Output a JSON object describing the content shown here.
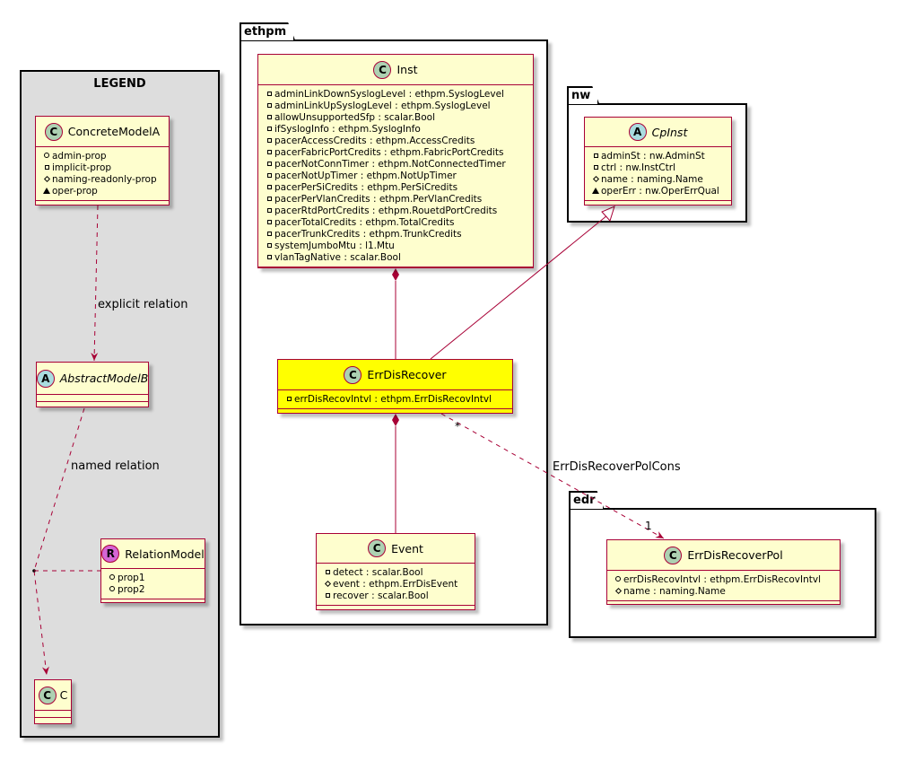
{
  "legend": {
    "title": "LEGEND",
    "concrete": {
      "name": "ConcreteModelA",
      "stereotype": "C",
      "attrs": [
        {
          "vis": "pub",
          "text": "admin-prop"
        },
        {
          "vis": "priv",
          "text": "implicit-prop"
        },
        {
          "vis": "prot",
          "text": "naming-readonly-prop"
        },
        {
          "vis": "pkgv",
          "text": "oper-prop"
        }
      ]
    },
    "abstract": {
      "name": "AbstractModelB",
      "stereotype": "A"
    },
    "relmodel": {
      "name": "RelationModel",
      "stereotype": "R",
      "attrs": [
        {
          "vis": "pub",
          "text": "prop1"
        },
        {
          "vis": "pub",
          "text": "prop2"
        }
      ]
    },
    "c": {
      "name": "C",
      "stereotype": "C"
    },
    "explicit_label": "explicit relation",
    "named_label": "named relation"
  },
  "packages": {
    "ethpm": "ethpm",
    "nw": "nw",
    "edr": "edr"
  },
  "inst": {
    "name": "Inst",
    "stereotype": "C",
    "attrs": [
      {
        "vis": "priv",
        "text": "adminLinkDownSyslogLevel : ethpm.SyslogLevel"
      },
      {
        "vis": "priv",
        "text": "adminLinkUpSyslogLevel : ethpm.SyslogLevel"
      },
      {
        "vis": "priv",
        "text": "allowUnsupportedSfp : scalar.Bool"
      },
      {
        "vis": "priv",
        "text": "ifSyslogInfo : ethpm.SyslogInfo"
      },
      {
        "vis": "priv",
        "text": "pacerAccessCredits : ethpm.AccessCredits"
      },
      {
        "vis": "priv",
        "text": "pacerFabricPortCredits : ethpm.FabricPortCredits"
      },
      {
        "vis": "priv",
        "text": "pacerNotConnTimer : ethpm.NotConnectedTimer"
      },
      {
        "vis": "priv",
        "text": "pacerNotUpTimer : ethpm.NotUpTimer"
      },
      {
        "vis": "priv",
        "text": "pacerPerSiCredits : ethpm.PerSiCredits"
      },
      {
        "vis": "priv",
        "text": "pacerPerVlanCredits : ethpm.PerVlanCredits"
      },
      {
        "vis": "priv",
        "text": "pacerRtdPortCredits : ethpm.RouetdPortCredits"
      },
      {
        "vis": "priv",
        "text": "pacerTotalCredits : ethpm.TotalCredits"
      },
      {
        "vis": "priv",
        "text": "pacerTrunkCredits : ethpm.TrunkCredits"
      },
      {
        "vis": "priv",
        "text": "systemJumboMtu : l1.Mtu"
      },
      {
        "vis": "priv",
        "text": "vlanTagNative : scalar.Bool"
      }
    ]
  },
  "errdis": {
    "name": "ErrDisRecover",
    "stereotype": "C",
    "highlight": "#ffff00",
    "attrs": [
      {
        "vis": "priv",
        "text": "errDisRecovIntvl : ethpm.ErrDisRecovIntvl"
      }
    ]
  },
  "event": {
    "name": "Event",
    "stereotype": "C",
    "attrs": [
      {
        "vis": "priv",
        "text": "detect : scalar.Bool"
      },
      {
        "vis": "prot",
        "text": "event : ethpm.ErrDisEvent"
      },
      {
        "vis": "priv",
        "text": "recover : scalar.Bool"
      }
    ]
  },
  "cpinst": {
    "name": "CpInst",
    "stereotype": "A",
    "attrs": [
      {
        "vis": "priv",
        "text": "adminSt : nw.AdminSt"
      },
      {
        "vis": "priv",
        "text": "ctrl : nw.InstCtrl"
      },
      {
        "vis": "prot",
        "text": "name : naming.Name"
      },
      {
        "vis": "pkgv",
        "text": "operErr : nw.OperErrQual"
      }
    ]
  },
  "errpol": {
    "name": "ErrDisRecoverPol",
    "stereotype": "C",
    "attrs": [
      {
        "vis": "pub",
        "text": "errDisRecovIntvl : ethpm.ErrDisRecovIntvl"
      },
      {
        "vis": "prot",
        "text": "name : naming.Name"
      }
    ]
  },
  "relations": {
    "pol_label": "ErrDisRecoverPolCons",
    "mult_many": "*",
    "mult_one": "1"
  },
  "colors": {
    "class_fill": "#fefece",
    "border": "#a80036",
    "legend_bg": "#dddddd",
    "highlight": "#ffff00"
  }
}
